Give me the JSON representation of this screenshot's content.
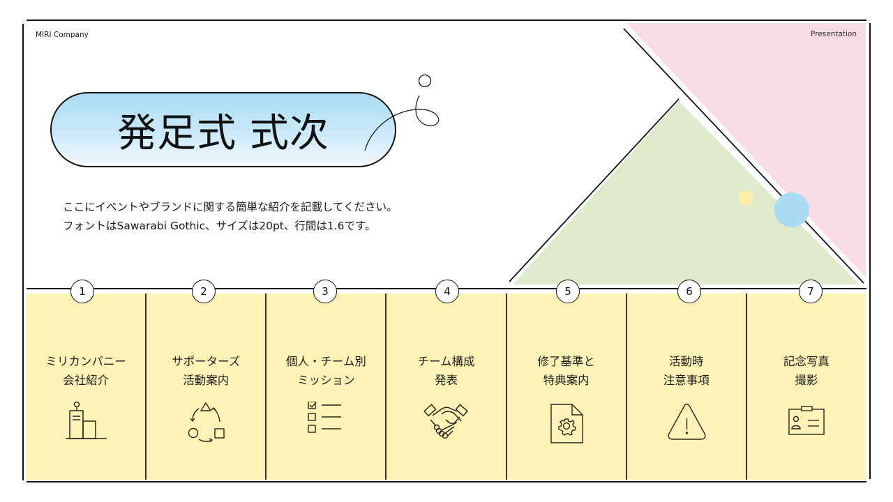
{
  "header": {
    "company": "MIRI Company",
    "label": "Presentation"
  },
  "title": "発足式 式次",
  "intro": {
    "line1": "ここにイベントやブランドに関する簡単な紹介を記載してください。",
    "line2": "フォントはSawarabi Gothic、サイズは20pt、行間は1.6です。"
  },
  "colors": {
    "pink": "#f9dbe6",
    "green": "#dfe9cc",
    "blue_dot": "#a9dbf5",
    "yellow_dot": "#fbeea6",
    "card_bg": "#fdf3b6",
    "line": "#111111"
  },
  "agenda": [
    {
      "number": "1",
      "title": "ミリカンパニー\n会社紹介",
      "icon": "building-icon"
    },
    {
      "number": "2",
      "title": "サポーターズ\n活動案内",
      "icon": "cycle-shapes-icon"
    },
    {
      "number": "3",
      "title": "個人・チーム別\nミッション",
      "icon": "checklist-icon"
    },
    {
      "number": "4",
      "title": "チーム構成\n発表",
      "icon": "handshake-icon"
    },
    {
      "number": "5",
      "title": "修了基準と\n特典案内",
      "icon": "document-gear-icon"
    },
    {
      "number": "6",
      "title": "活動時\n注意事項",
      "icon": "warning-icon"
    },
    {
      "number": "7",
      "title": "記念写真\n撮影",
      "icon": "id-card-icon"
    }
  ]
}
